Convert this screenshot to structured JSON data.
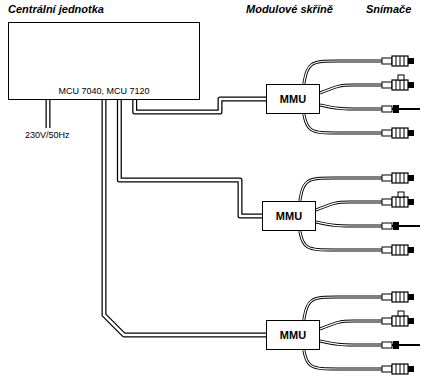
{
  "diagram": {
    "nodes": [
      {
        "text": [
          "MCU 7040, MCU 7120"
        ]
      },
      {
        "text": [
          "MMU"
        ]
      },
      {
        "text": [
          "MMU"
        ]
      },
      {
        "text": [
          "MMU"
        ]
      }
    ],
    "edges": [
      {
        "from": 0,
        "to": 1,
        "arrow": "none"
      },
      {
        "from": 0,
        "to": 2,
        "arrow": "none"
      },
      {
        "from": 0,
        "to": 3,
        "arrow": "none"
      }
    ],
    "labels": [
      "Centrální jednotka",
      "Modulové skříně",
      "Snímače",
      "230V/50Hz"
    ]
  }
}
